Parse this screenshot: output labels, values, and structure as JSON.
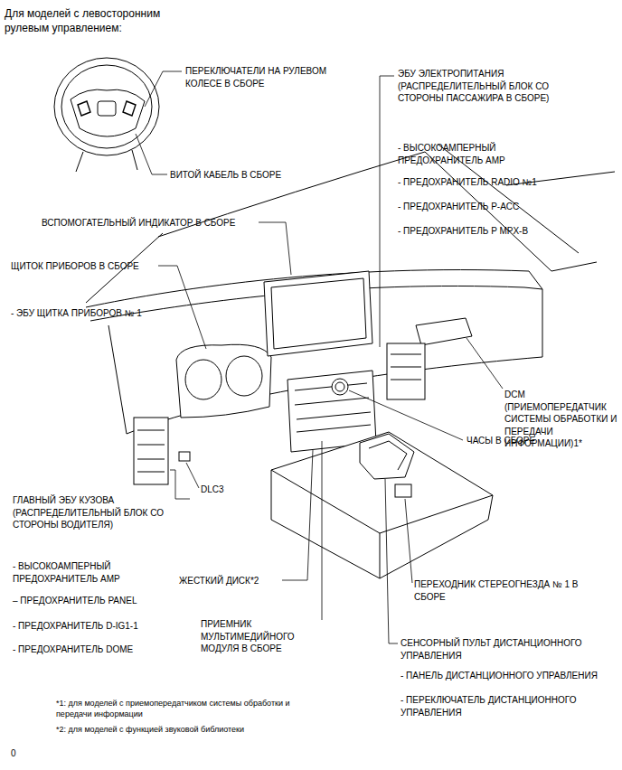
{
  "diagram": {
    "title": "Для моделей с левосторонним рулевым управлением:",
    "labels": [
      "ПЕРЕКЛЮЧАТЕЛИ НА РУЛЕВОМ КОЛЕСЕ В СБОРЕ",
      "ВИТОЙ КАБЕЛЬ В СБОРЕ",
      "ЭБУ ЭЛЕКТРОПИТАНИЯ (РАСПРЕДЕЛИТЕЛЬНЫЙ БЛОК СО СТОРОНЫ ПАССАЖИРА В СБОРЕ)",
      "- ВЫСОКОАМПЕРНЫЙ ПРЕДОХРАНИТЕЛЬ AMP",
      "- ПРЕДОХРАНИТЕЛЬ RADIO №1",
      "- ПРЕДОХРАНИТЕЛЬ P-ACC",
      "- ПРЕДОХРАНИТЕЛЬ P MPX-B",
      "ВСПОМОГАТЕЛЬНЫЙ ИНДИКАТОР В СБОРЕ",
      "ЩИТОК ПРИБОРОВ В СБОРЕ",
      "- ЭБУ ЩИТКА ПРИБОРОВ № 1",
      "DCM (ПРИЕМОПЕРЕДАТЧИК СИСТЕМЫ ОБРАБОТКИ И ПЕРЕДАЧИ ИНФОРМАЦИИ)1*",
      "ЧАСЫ В СБОРЕ",
      "DLC3",
      "ГЛАВНЫЙ ЭБУ КУЗОВА (РАСПРЕДЕЛИТЕЛЬНЫЙ БЛОК СО СТОРОНЫ ВОДИТЕЛЯ)",
      "- ВЫСОКОАМПЕРНЫЙ ПРЕДОХРАНИТЕЛЬ AMP",
      "– ПРЕДОХРАНИТЕЛЬ PANEL",
      "- ПРЕДОХРАНИТЕЛЬ D-IG1-1",
      "- ПРЕДОХРАНИТЕЛЬ DOME",
      "ЖЕСТКИЙ ДИСК*2",
      "ПРИЕМНИК МУЛЬТИМЕДИЙНОГО МОДУЛЯ В СБОРЕ",
      "ПЕРЕХОДНИК СТЕРЕОГНЕЗДА № 1 В СБОРЕ",
      "СЕНСОРНЫЙ ПУЛЬТ ДИСТАНЦИОННОГО УПРАВЛЕНИЯ",
      "- ПАНЕЛЬ ДИСТАНЦИОННОГО УПРАВЛЕНИЯ",
      "- ПЕРЕКЛЮЧАТЕЛЬ ДИСТАНЦИОННОГО УПРАВЛЕНИЯ",
      "*1: для моделей с приемопередатчиком системы обработки и передачи информации",
      "*2: для моделей с функцией звуковой библиотеки",
      "0"
    ]
  }
}
